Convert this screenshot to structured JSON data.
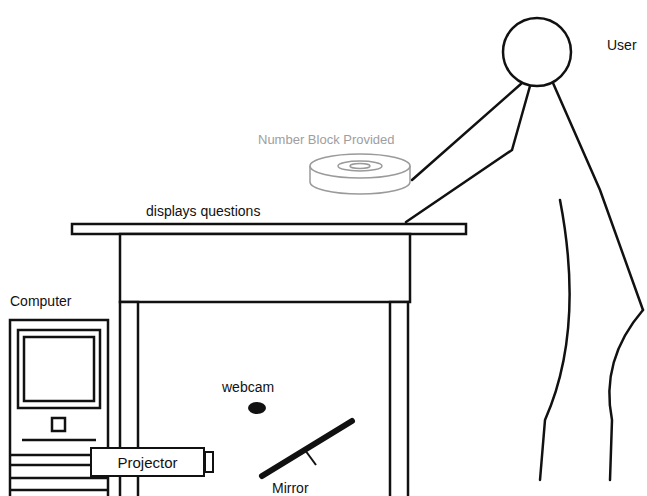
{
  "diagram": {
    "nodes": [
      {
        "text": [
          "Projector"
        ]
      }
    ],
    "labels": [
      "User",
      "Number Block Provided",
      "displays questions",
      "Computer",
      "webcam",
      "Mirror"
    ]
  }
}
